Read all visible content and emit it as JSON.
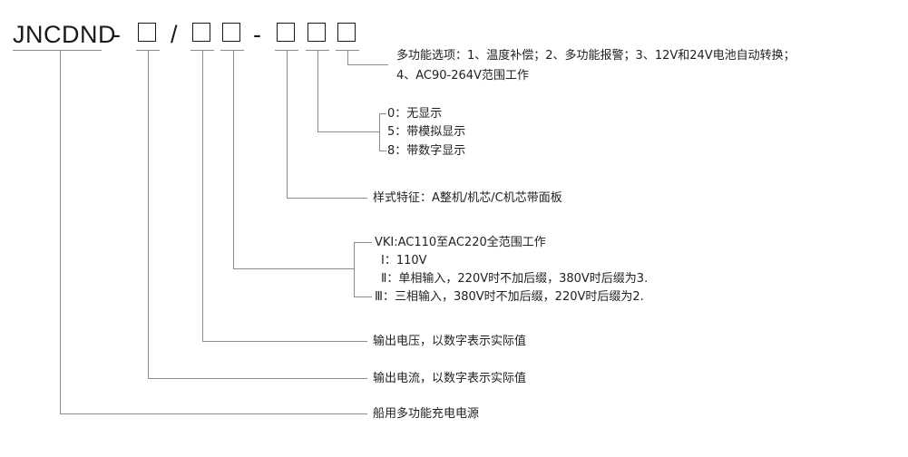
{
  "code": {
    "prefix": "JNCDND",
    "dash1": "-",
    "slash": "/",
    "dash2": "-"
  },
  "labels": {
    "multi_function_line1": "多功能选项：1、温度补偿；2、多功能报警；3、12V和24V电池自动转换；",
    "multi_function_line2": "4、AC90-264V范围工作",
    "display_0": "0：无显示",
    "display_5": "5：带模拟显示",
    "display_8": "8：带数字显示",
    "style": "样式特征：A整机/机芯/C机芯带面板",
    "vki": "VKI:AC110至AC220全范围工作",
    "phase_1": "Ⅰ：110V",
    "phase_2": "Ⅱ：单相输入，220V时不加后缀，380V时后缀为3.",
    "phase_3": "Ⅲ：三相输入，380V时不加后缀，220V时后缀为2.",
    "output_voltage": "输出电压，以数字表示实际值",
    "output_current": "输出电流，以数字表示实际值",
    "product_name": "船用多功能充电电源"
  },
  "colors": {
    "line": "#8c8c8c",
    "text": "#222222"
  }
}
